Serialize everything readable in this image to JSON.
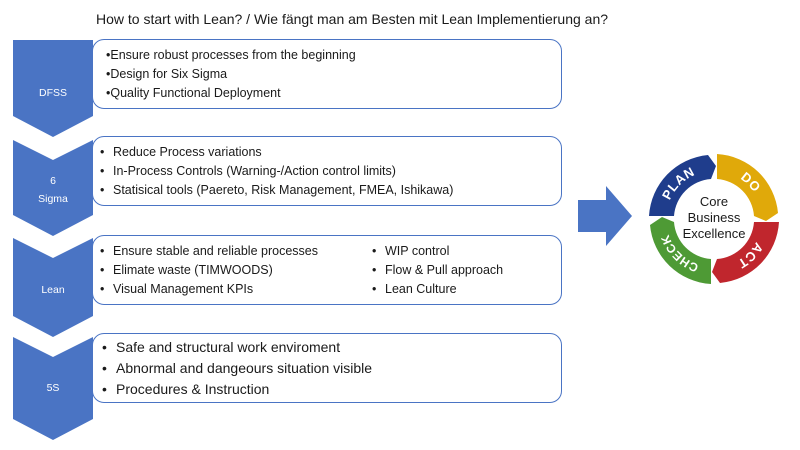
{
  "title": "How to start with Lean? / Wie fängt man am Besten mit Lean Implementierung an?",
  "stages": [
    {
      "label": "DFSS",
      "items": [
        "•Ensure robust processes from the beginning",
        "•Design for Six Sigma",
        "•Quality Functional Deployment"
      ]
    },
    {
      "label_line1": "6",
      "label_line2": "Sigma",
      "items": [
        "Reduce Process variations",
        "In-Process Controls (Warning-/Action control limits)",
        "Statisical tools (Paereto, Risk Management, FMEA, Ishikawa)"
      ]
    },
    {
      "label": "Lean",
      "items_left": [
        "Ensure stable and reliable processes",
        "Elimate waste (TIMWOODS)",
        "Visual Management KPIs"
      ],
      "items_right": [
        "WIP control",
        "Flow & Pull approach",
        "Lean Culture"
      ]
    },
    {
      "label": "5S",
      "items": [
        "Safe and structural work enviroment",
        "Abnormal and dangeours situation visible",
        "Procedures & Instruction"
      ]
    }
  ],
  "cycle": {
    "center_line1": "Core",
    "center_line2": "Business",
    "center_line3": "Excellence",
    "segments": [
      {
        "label": "PLAN",
        "color": "#1f3d8c"
      },
      {
        "label": "DO",
        "color": "#e0a90a"
      },
      {
        "label": "ACT",
        "color": "#c0262d"
      },
      {
        "label": "CHECK",
        "color": "#4e9a35"
      }
    ]
  },
  "colors": {
    "chevron": "#4a74c4",
    "card_border": "#4a74c4",
    "arrow": "#4a74c4"
  }
}
